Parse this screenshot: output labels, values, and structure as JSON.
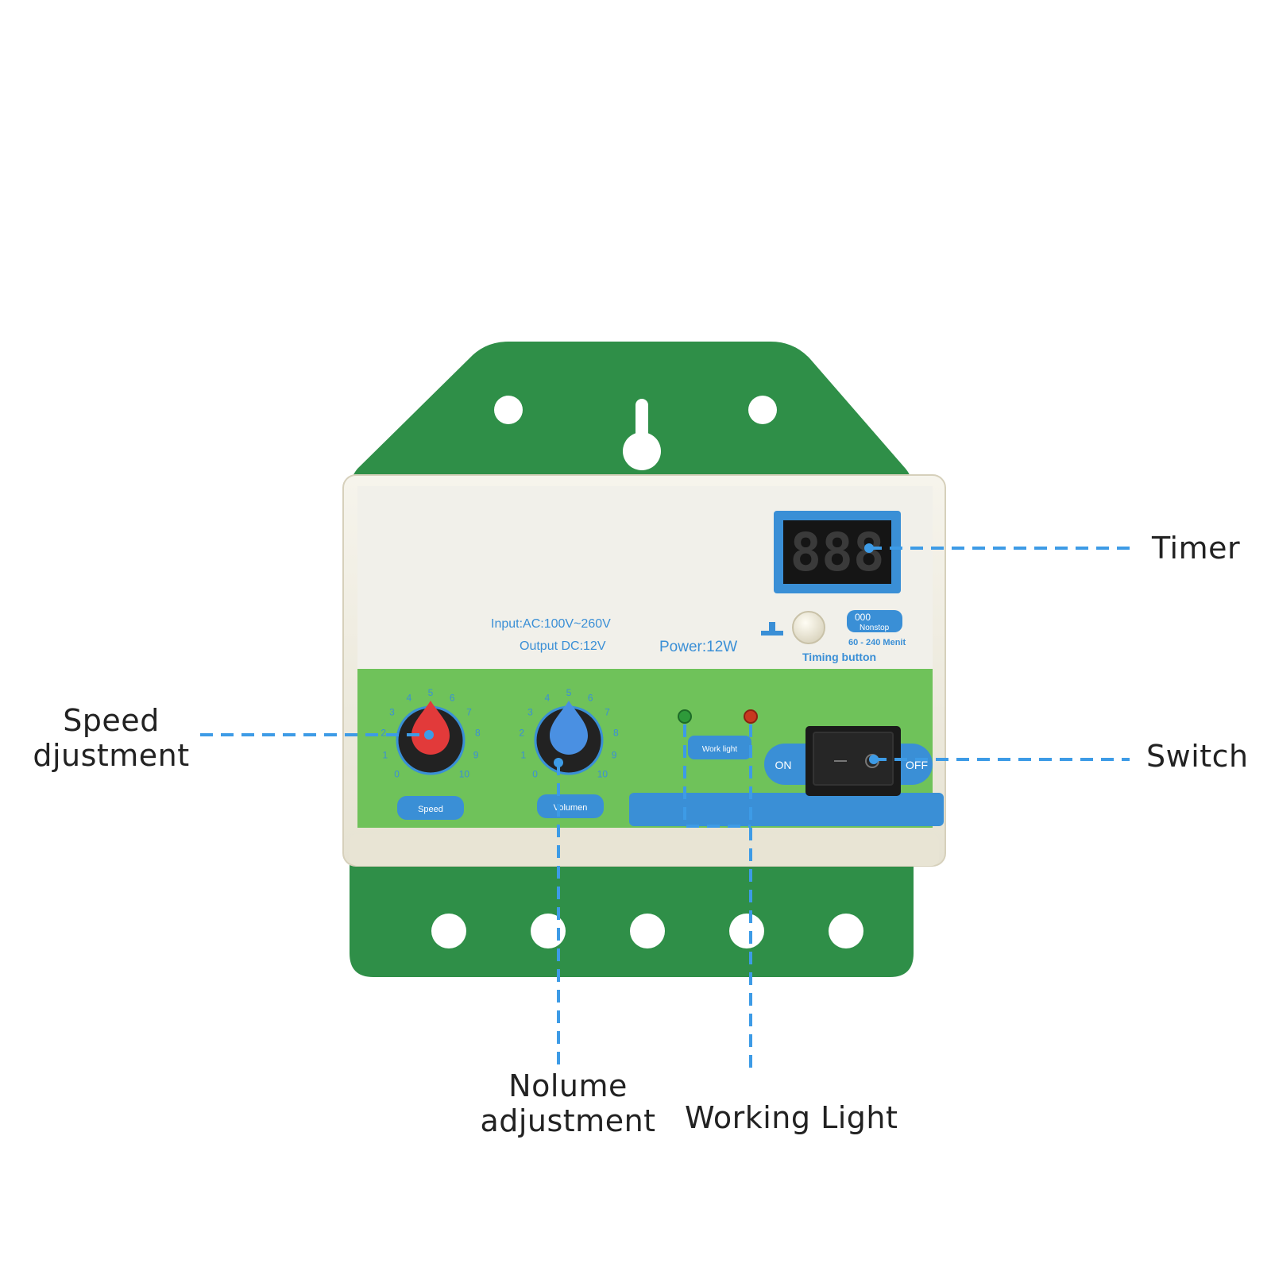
{
  "colors": {
    "bracket": "#2f8f48",
    "panel_green": "#6fc25a",
    "panel_white": "#f1f0ea",
    "panel_blue": "#3a8fd6",
    "callout_line": "#3d9be6",
    "knob_speed": "#e23a3a",
    "knob_volume": "#4a90e2"
  },
  "panel": {
    "display_digits": "888",
    "input_text": "Input:AC:100V~260V",
    "output_text": "Output  DC:12V",
    "power_text": "Power:12W",
    "timer_badge_top": "000",
    "timer_badge_bottom": "Nonstop",
    "timer_range": "60 - 240 Menit",
    "timing_button_label": "Timing button",
    "work_light_label": "Work light",
    "speed_label": "Speed",
    "volume_label": "Volumen",
    "switch_on": "ON",
    "switch_off": "OFF",
    "dial_numbers": [
      "0",
      "1",
      "2",
      "3",
      "4",
      "5",
      "6",
      "7",
      "8",
      "9",
      "10"
    ]
  },
  "callouts": {
    "timer": "Timer",
    "switch": "Switch",
    "speed_line1": "Speed",
    "speed_line2": "djustment",
    "volume_line1": "Nolume",
    "volume_line2": "adjustment",
    "working_light": "Working Light"
  }
}
